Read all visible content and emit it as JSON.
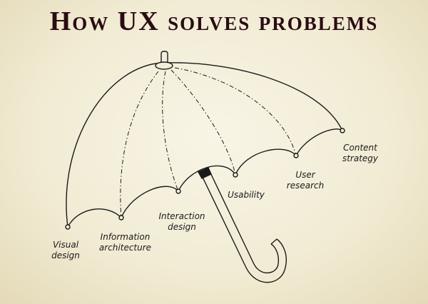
{
  "title": "How UX solves problems",
  "labels": {
    "visual_design": "Visual design",
    "information_architecture": "Information architecture",
    "interaction_design": "Interaction design",
    "usability": "Usability",
    "user_research": "User research",
    "content_strategy": "Content strategy"
  },
  "colors": {
    "title": "#2a0c12",
    "background": "#f3eed8",
    "ink": "#1a1a1a"
  }
}
